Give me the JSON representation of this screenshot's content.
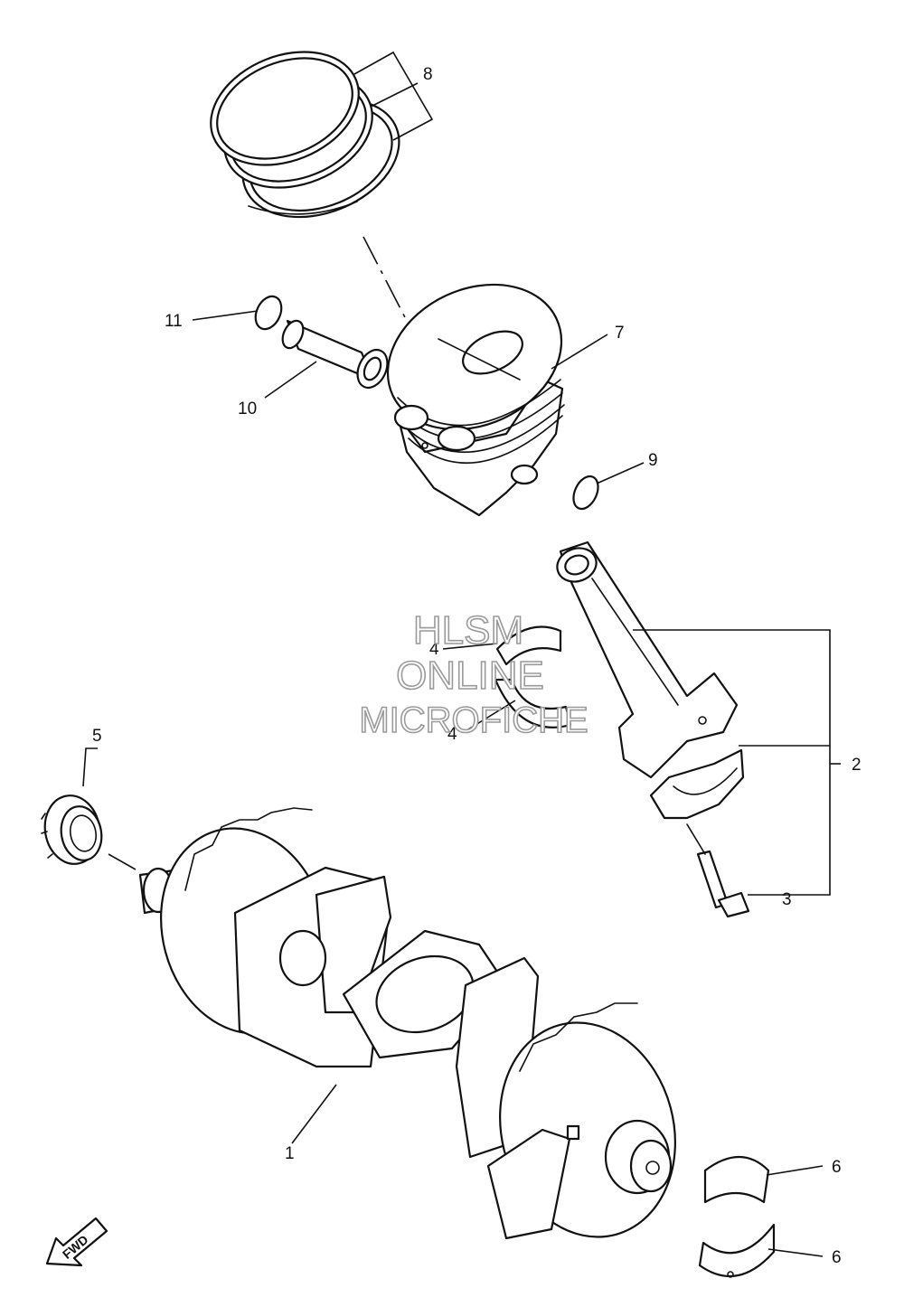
{
  "callouts": {
    "c1": "1",
    "c2": "2",
    "c3": "3",
    "c4a": "4",
    "c4b": "4",
    "c5": "5",
    "c6a": "6",
    "c6b": "6",
    "c7": "7",
    "c8": "8",
    "c9": "9",
    "c10": "10",
    "c11": "11"
  },
  "watermark": {
    "line1": "HLSM",
    "line2": "ONLINE",
    "line3": "MICROFICHE"
  },
  "direction_marker": "FWD"
}
